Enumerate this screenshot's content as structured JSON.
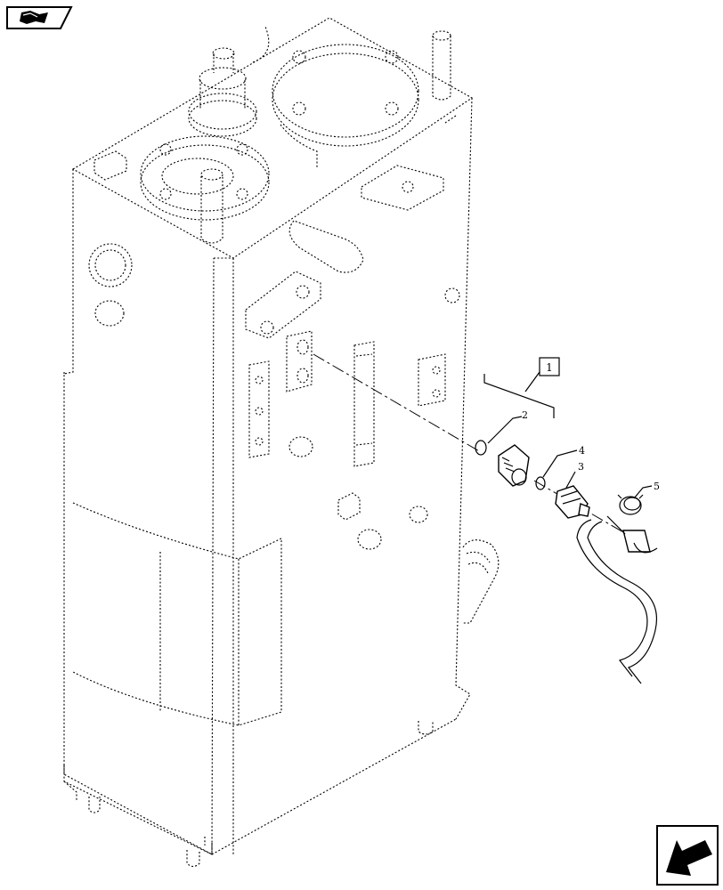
{
  "callouts": {
    "item_1": "1",
    "item_2": "2",
    "item_3": "3",
    "item_4": "4",
    "item_5": "5"
  },
  "icons": {
    "top_left": "book-hand-icon",
    "bottom_right": "direction-arrow-icon"
  }
}
